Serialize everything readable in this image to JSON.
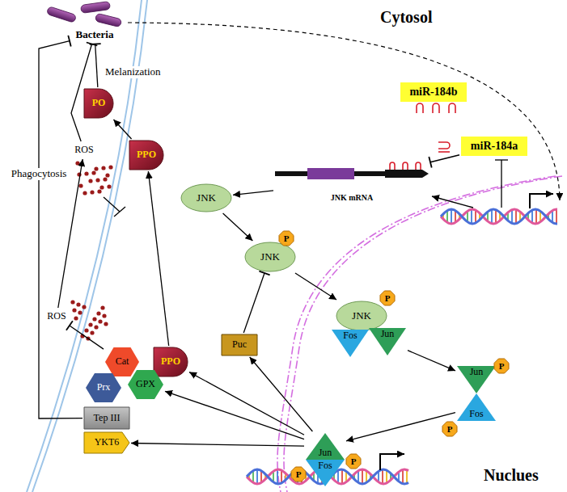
{
  "diagram": {
    "nodes": [
      {
        "text": [
          "Bacteria"
        ]
      },
      {
        "text": [
          "PO"
        ]
      },
      {
        "text": [
          "PPO"
        ]
      },
      {
        "text": [
          "ROS"
        ]
      },
      {
        "text": [
          "PPO"
        ]
      },
      {
        "text": [
          "ROS"
        ]
      },
      {
        "text": [
          "Cat"
        ]
      },
      {
        "text": [
          "GPX"
        ]
      },
      {
        "text": [
          "Prx"
        ]
      },
      {
        "text": [
          "Tep III"
        ]
      },
      {
        "text": [
          "YKT6"
        ]
      },
      {
        "text": [
          "Puc"
        ]
      },
      {
        "text": [
          "JNK"
        ]
      },
      {
        "text": [
          "JNK"
        ]
      },
      {
        "text": [
          "JNK"
        ]
      },
      {
        "text": [
          "Fos"
        ]
      },
      {
        "text": [
          "Jun"
        ]
      },
      {
        "text": [
          "Jun"
        ]
      },
      {
        "text": [
          "Fos"
        ]
      },
      {
        "text": [
          "Jun"
        ]
      },
      {
        "text": [
          "Fos"
        ]
      },
      {
        "text": [
          "miR-184b"
        ]
      },
      {
        "text": [
          "miR-184a"
        ]
      },
      {
        "text": [
          "JNK mRNA"
        ]
      },
      {
        "text": [
          "P"
        ]
      },
      {
        "text": [
          "P"
        ]
      },
      {
        "text": [
          "P"
        ]
      },
      {
        "text": [
          "P"
        ]
      },
      {
        "text": [
          "P"
        ]
      },
      {
        "text": [
          "P"
        ]
      }
    ],
    "edges": [
      {
        "from": 1,
        "to": 0,
        "arrow": "to",
        "label": "Melanization"
      },
      {
        "from": 2,
        "to": 1,
        "arrow": "to"
      },
      {
        "from": 3,
        "to": 0,
        "arrow": "to"
      },
      {
        "from": 9,
        "to": 0,
        "arrow": "to",
        "label": "Phagocytosis"
      },
      {
        "from": 5,
        "to": 3,
        "arrow": "to"
      },
      {
        "from": 6,
        "to": 5,
        "arrow": "to"
      },
      {
        "from": 4,
        "to": 2,
        "arrow": "to"
      },
      {
        "from": 19,
        "to": 4,
        "arrow": "to"
      },
      {
        "from": 19,
        "to": 11,
        "arrow": "to"
      },
      {
        "from": 19,
        "to": 7,
        "arrow": "to"
      },
      {
        "from": 19,
        "to": 10,
        "arrow": "to"
      },
      {
        "from": 11,
        "to": 13,
        "arrow": "to"
      },
      {
        "from": 12,
        "to": 13,
        "arrow": "to"
      },
      {
        "from": 13,
        "to": 14,
        "arrow": "to"
      },
      {
        "from": 16,
        "to": 17,
        "arrow": "to"
      },
      {
        "from": 18,
        "to": 19,
        "arrow": "to"
      },
      {
        "from": 23,
        "to": 12,
        "arrow": "to"
      },
      {
        "from": 22,
        "to": 23,
        "arrow": "to"
      }
    ],
    "labels": [
      "Cytosol",
      "Nuclues"
    ]
  }
}
